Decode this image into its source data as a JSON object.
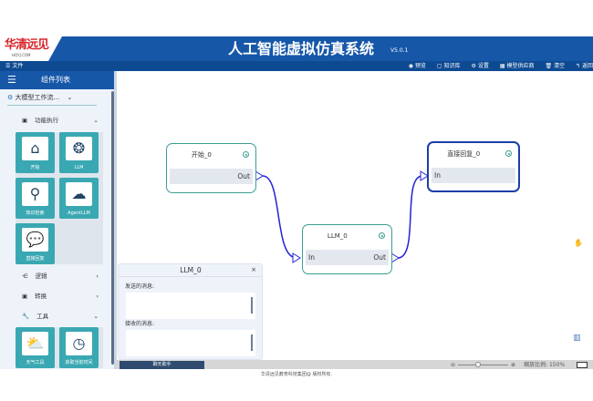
{
  "header": {
    "logo_text": "华清远见",
    "logo_sub": "HQYJ.COM",
    "title": "人工智能虚拟仿真系统",
    "version": "V5.0.1"
  },
  "toolbar": {
    "file": "文件",
    "items": [
      "预览",
      "知识库",
      "设置",
      "模型供应商",
      "清空",
      "返回"
    ]
  },
  "sidebar": {
    "title": "组件列表",
    "workflow_select": "大模型工作流...",
    "categories": [
      {
        "label": "功能执行",
        "expanded": true,
        "components": [
          "开始",
          "LLM",
          "知识检索",
          "AgentLLM",
          "直接回复"
        ]
      },
      {
        "label": "逻辑",
        "expanded": false
      },
      {
        "label": "转换",
        "expanded": false
      },
      {
        "label": "工具",
        "expanded": true,
        "components": [
          "天气工具",
          "获取当前时间"
        ]
      }
    ]
  },
  "nodes": [
    {
      "title": "开始_0",
      "port": "Out"
    },
    {
      "title": "LLM_0",
      "in": "In",
      "out": "Out"
    },
    {
      "title": "直接回复_0",
      "port": "In"
    }
  ],
  "chat": {
    "title": "LLM_0",
    "close": "×",
    "send_label": "发送的消息:",
    "recv_label": "接收的消息:"
  },
  "bottom": {
    "chat_button": "聊天助手",
    "zoom_label": "缩放比例: 150%",
    "zoom_value": 150
  },
  "footer": "华清远见教育科技集团@ 版权所有."
}
